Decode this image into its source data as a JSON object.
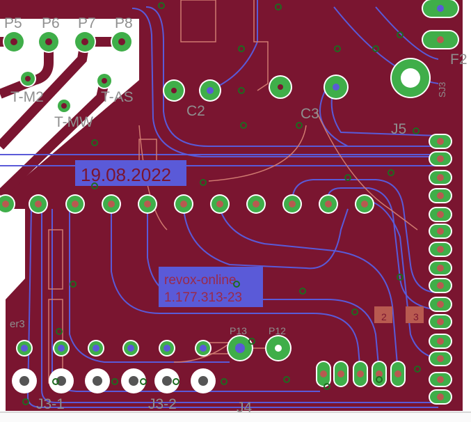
{
  "colors": {
    "board": "#7a1530",
    "pad": "#3fae49",
    "via": "#1e6b20",
    "bottom_trace": "#5a5ad8",
    "silk": "#d07a70",
    "label": "#8f8f8f",
    "clearance": "#ffffff"
  },
  "labels": {
    "p5": "P5",
    "p6": "P6",
    "p7": "P7",
    "p8": "P8",
    "t_m2": "T-M2",
    "t_as": "T-AS",
    "t_mw": "T-MW",
    "c2": "C2",
    "c3": "C3",
    "f2": "F2",
    "j5": "J5",
    "sj3": "SJ3",
    "p13": "P13",
    "p12": "P12",
    "j3_1": "J3-1",
    "j3_2": "J3-2",
    "j4": "J4",
    "er3": "er3"
  },
  "date_label": "19.08.2022",
  "info_label": {
    "line1": "revox-online",
    "line2": "1.177.313-23"
  },
  "jumper_labels": [
    "2",
    "3"
  ]
}
